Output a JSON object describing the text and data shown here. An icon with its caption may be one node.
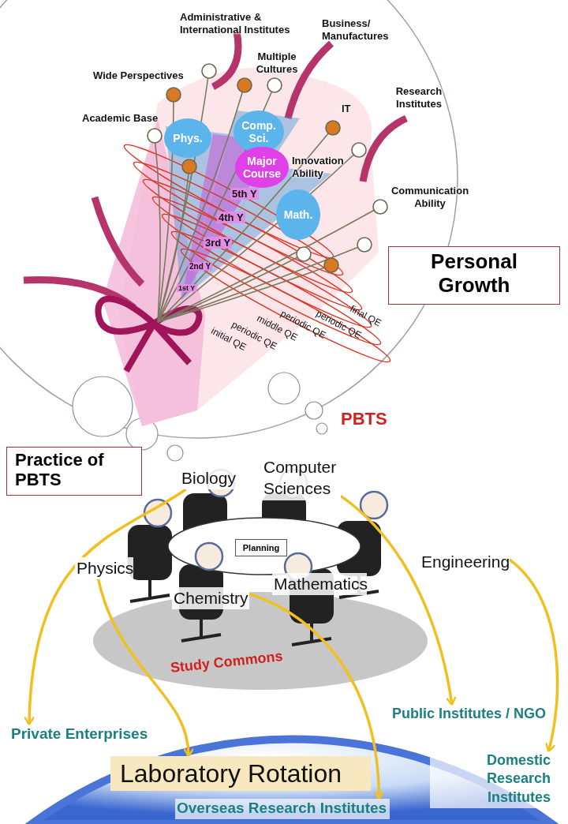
{
  "diagram": {
    "nodes": [
      {
        "text": [
          "Phys."
        ]
      },
      {
        "text": [
          "Comp. Sci."
        ]
      },
      {
        "text": [
          "Major Course"
        ]
      },
      {
        "text": [
          "Math."
        ]
      },
      {
        "text": [
          "Personal Growth"
        ]
      },
      {
        "text": [
          "Practice of PBTS"
        ]
      },
      {
        "text": [
          "Biology"
        ]
      },
      {
        "text": [
          "Computer Sciences"
        ]
      },
      {
        "text": [
          "Physics"
        ]
      },
      {
        "text": [
          "Planning"
        ]
      },
      {
        "text": [
          "Chemistry"
        ]
      },
      {
        "text": [
          "Mathematics"
        ]
      },
      {
        "text": [
          "Engineering"
        ]
      },
      {
        "text": [
          "Private Enterprises"
        ]
      },
      {
        "text": [
          "Public Institutes / NGO"
        ]
      },
      {
        "text": [
          "Laboratory Rotation"
        ]
      },
      {
        "text": [
          "Domestic Research Institutes"
        ]
      },
      {
        "text": [
          "Overseas Research Institutes"
        ]
      }
    ],
    "edges": [
      {
        "from": 6,
        "to": 13,
        "arrow": "to"
      },
      {
        "from": 8,
        "to": 15,
        "arrow": "to"
      },
      {
        "from": 7,
        "to": 14,
        "arrow": "to"
      },
      {
        "from": 10,
        "to": 17,
        "arrow": "to"
      },
      {
        "from": 12,
        "to": 16,
        "arrow": "to"
      }
    ],
    "labels": [
      "Administrative & International Institutes",
      "Business/ Manufactures",
      "Multiple Cultures",
      "Wide Perspectives",
      "Research Institutes",
      "IT",
      "Academic Base",
      "Innovation Ability",
      "Communication Ability",
      "5th Y",
      "4th Y",
      "3rd Y",
      "2nd Y",
      "1st Y",
      "final QE",
      "periodic QE",
      "periodic QE",
      "middle QE",
      "periodic QE",
      "initial QE",
      "PBTS",
      "Study Commons"
    ]
  }
}
